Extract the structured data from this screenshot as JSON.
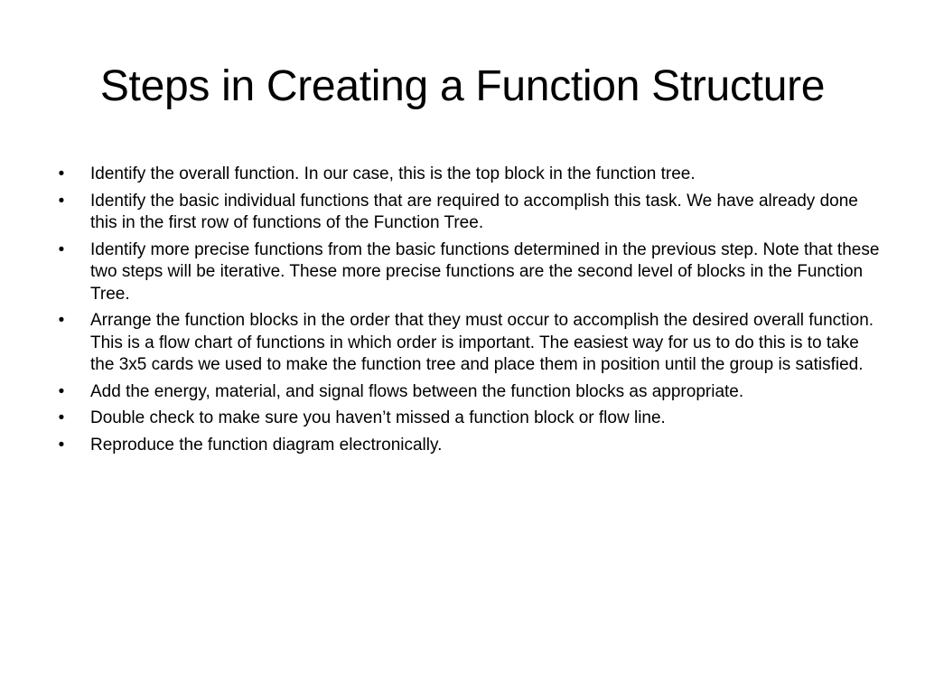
{
  "slide": {
    "title": "Steps in Creating a Function Structure",
    "bullet_symbol": "•",
    "bullets": [
      "Identify the overall function. In our case, this is the top block in the function tree.",
      "Identify the basic individual functions that are required to accomplish this task. We have already done this in the first row of functions of the Function Tree.",
      "Identify more precise functions from the basic functions determined in the previous step. Note that these two steps will be iterative. These more precise functions are the second level of blocks in the Function Tree.",
      "Arrange the function blocks in the order that they must occur to accomplish the desired overall function. This is a flow chart of functions in which order is important. The easiest way for us to do this is to take the 3x5 cards we used to make the function tree and place them in position until the group is satisfied.",
      "Add the energy, material, and signal flows between the function blocks as appropriate.",
      "Double check to make sure you haven’t missed a function block or flow line.",
      "Reproduce the function diagram electronically."
    ]
  }
}
